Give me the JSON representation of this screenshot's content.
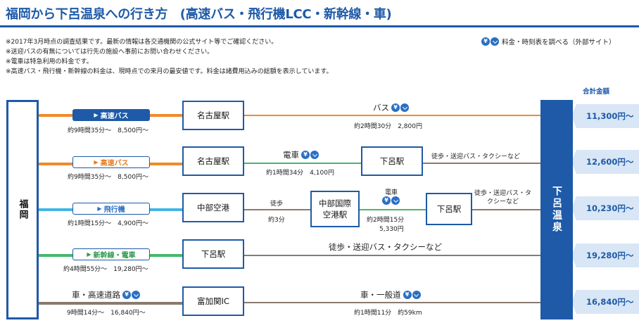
{
  "title": "福岡から下呂温泉への行き方　(高速バス・飛行機LCC・新幹線・車)",
  "notes": [
    "※2017年3月時点の調査結果です。最新の情報は各交通機関の公式サイト等でご確認ください。",
    "※送迎バスの有無については行先の施設へ事前にお問い合わせください。",
    "※電車は特急利用の料金です。",
    "※高速バス・飛行機・新幹線の料金は、現時点での来月の最安値です。料金は諸費用込みの総額を表示しています。"
  ],
  "legend": {
    "icon_yen": "¥",
    "label": "料金・時刻表を調べる（外部サイト）"
  },
  "total_label": "合計金額",
  "origin": "福岡",
  "destination": "下呂温泉",
  "arrow_glyph": "▶",
  "routes": [
    {
      "mode": "高速バス",
      "mode_info": "約9時間35分〜　8,500円〜",
      "hub": "名古屋駅",
      "leg2_mode": "バス",
      "leg2_info": "約2時間30分　2,800円",
      "fare": "11,300円〜"
    },
    {
      "mode": "高速バス",
      "mode_info": "約9時間35分〜　8,500円〜",
      "hub": "名古屋駅",
      "leg2_mode": "電車",
      "leg2_info": "約1時間34分　4,100円",
      "hub2": "下呂駅",
      "leg3": "徒歩・送迎バス・タクシーなど",
      "fare": "12,600円〜"
    },
    {
      "mode": "飛行機",
      "mode_info": "約1時間15分〜　4,900円〜",
      "hub": "中部空港",
      "walk": "徒歩",
      "walk_time": "約3分",
      "hub2a": "中部国際",
      "hub2b": "空港駅",
      "leg3_mode": "電車",
      "leg3_time": "約2時間15分",
      "leg3_price": "5,330円",
      "hub3": "下呂駅",
      "leg4a": "徒歩・送迎バス・タ",
      "leg4b": "クシーなど",
      "fare": "10,230円〜"
    },
    {
      "mode": "新幹線・電車",
      "mode_info": "約4時間55分〜　19,280円〜",
      "hub": "下呂駅",
      "leg2": "徒歩・送迎バス・タクシーなど",
      "fare": "19,280円〜"
    },
    {
      "mode": "車・高速道路",
      "mode_info": "9時間14分〜　16,840円〜",
      "hub": "富加関IC",
      "leg2_mode": "車・一般道",
      "leg2_info": "約1時間11分　約59km",
      "fare": "16,840円〜"
    }
  ],
  "colors": {
    "accent": "#1e5aa8",
    "bus": "#f08a2a",
    "air": "#44b4e4",
    "rail": "#45b86a",
    "road": "#8a7a6e",
    "fare_bg": "#d8e6f5"
  }
}
